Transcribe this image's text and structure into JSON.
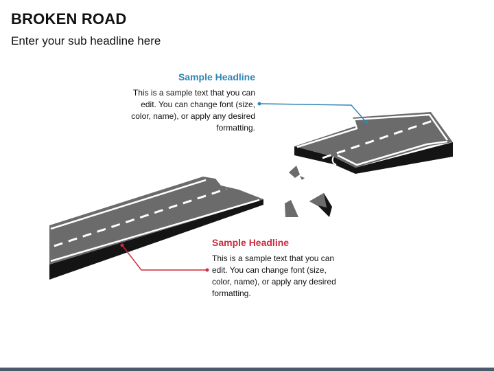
{
  "slide": {
    "title": "BROKEN ROAD",
    "subtitle": "Enter your sub headline here"
  },
  "callouts": [
    {
      "headline": "Sample Headline",
      "text": "This is a sample text that you can edit. You can change font (size, color, name), or apply any desired formatting.",
      "color": "#2e86b3"
    },
    {
      "headline": "Sample Headline",
      "text": "This is a sample text that you can edit. You can change font (size, color, name), or apply any desired formatting.",
      "color": "#cc2b3b"
    }
  ],
  "colors": {
    "road_top": "#6b6b6b",
    "road_side": "#141414",
    "lane_marking": "#ffffff",
    "footer": "#4b5a6b"
  }
}
